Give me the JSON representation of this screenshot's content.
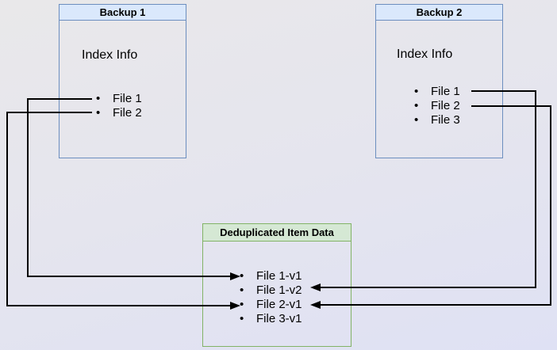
{
  "diagram": {
    "backup1": {
      "title": "Backup 1",
      "subtitle": "Index Info",
      "files": [
        "File 1",
        "File 2"
      ]
    },
    "backup2": {
      "title": "Backup 2",
      "subtitle": "Index Info",
      "files": [
        "File 1",
        "File 2",
        "File 3"
      ]
    },
    "dedup": {
      "title": "Deduplicated Item Data",
      "items": [
        "File 1-v1",
        "File 1-v2",
        "File 2-v1",
        "File 3-v1"
      ]
    },
    "connections": [
      {
        "from": "Backup 1 / File 1",
        "to": "File 1-v1"
      },
      {
        "from": "Backup 1 / File 2",
        "to": "File 2-v1"
      },
      {
        "from": "Backup 2 / File 1",
        "to": "File 1-v2"
      },
      {
        "from": "Backup 2 / File 2",
        "to": "File 2-v1"
      }
    ],
    "colors": {
      "blue_header_fill": "#dae8fc",
      "blue_border": "#6c8ebf",
      "green_header_fill": "#d5e8d4",
      "green_border": "#82b366",
      "arrow_line": "#000000",
      "text": "#000000",
      "background_top": "#e9e8ea",
      "background_bottom": "#dfe1f4"
    }
  }
}
